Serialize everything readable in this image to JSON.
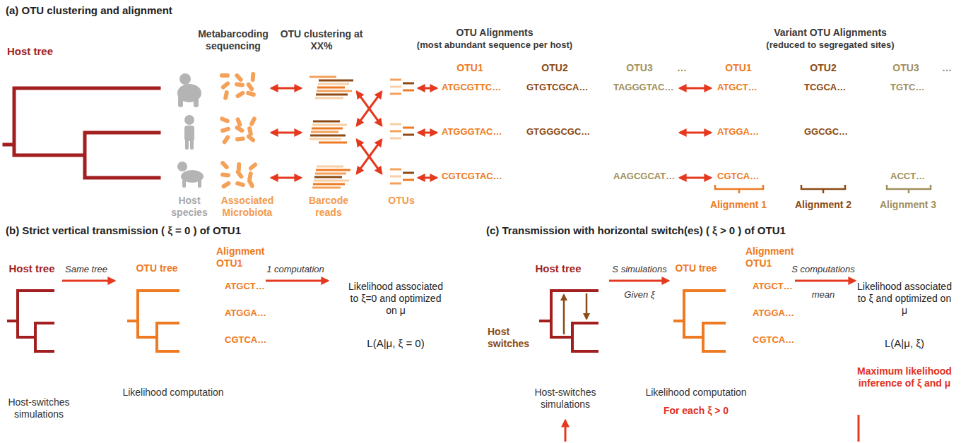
{
  "diagram": {
    "labels": [
      "(a) OTU clustering and alignment",
      "Metabarcoding sequencing",
      "OTU clustering at XX%",
      "OTU Alignments",
      "(most abundant sequence per host)",
      "Variant OTU Alignments",
      "(reduced to segregated sites)",
      "Host tree",
      "OTU1",
      "OTU2",
      "OTU3",
      "…",
      "OTU1",
      "OTU2",
      "OTU3",
      "…",
      "ATGCGTTC…",
      "GTGTCGCA…",
      "TAGGGTAC…",
      "ATGCT…",
      "TCGCA…",
      "TGTC…",
      "ATGGGTAC…",
      "GTGGGCGC…",
      "ATGGA…",
      "GGCGC…",
      "CGTCGTAC…",
      "AAGCGCAT…",
      "CGTCA…",
      "ACCT…",
      "Host species",
      "Associated Microbiota",
      "Barcode reads",
      "OTUs",
      "Alignment 1",
      "Alignment 2",
      "Alignment 3",
      "(b) Strict vertical transmission ( ξ = 0 ) of OTU1",
      "Host tree",
      "Same tree",
      "OTU tree",
      "Alignment OTU1",
      "ATGCT…",
      "ATGGA…",
      "CGTCA…",
      "1 computation",
      "Likelihood associated to ξ=0 and optimized on μ",
      "L(A|μ, ξ = 0)",
      "Host-switches simulations",
      "Likelihood computation",
      "(c) Transmission with horizontal switch(es) ( ξ > 0 ) of OTU1",
      "Host tree",
      "Host switches",
      "S simulations",
      "Given ξ",
      "OTU tree",
      "Alignment OTU1",
      "ATGCT…",
      "ATGGA…",
      "CGTCA…",
      "S computations",
      "mean",
      "Likelihood associated to ξ and optimized on μ",
      "L(A|μ, ξ)",
      "Maximum likelihood inference of ξ and μ",
      "Host-switches simulations",
      "Likelihood computation",
      "For each ξ > 0"
    ]
  }
}
